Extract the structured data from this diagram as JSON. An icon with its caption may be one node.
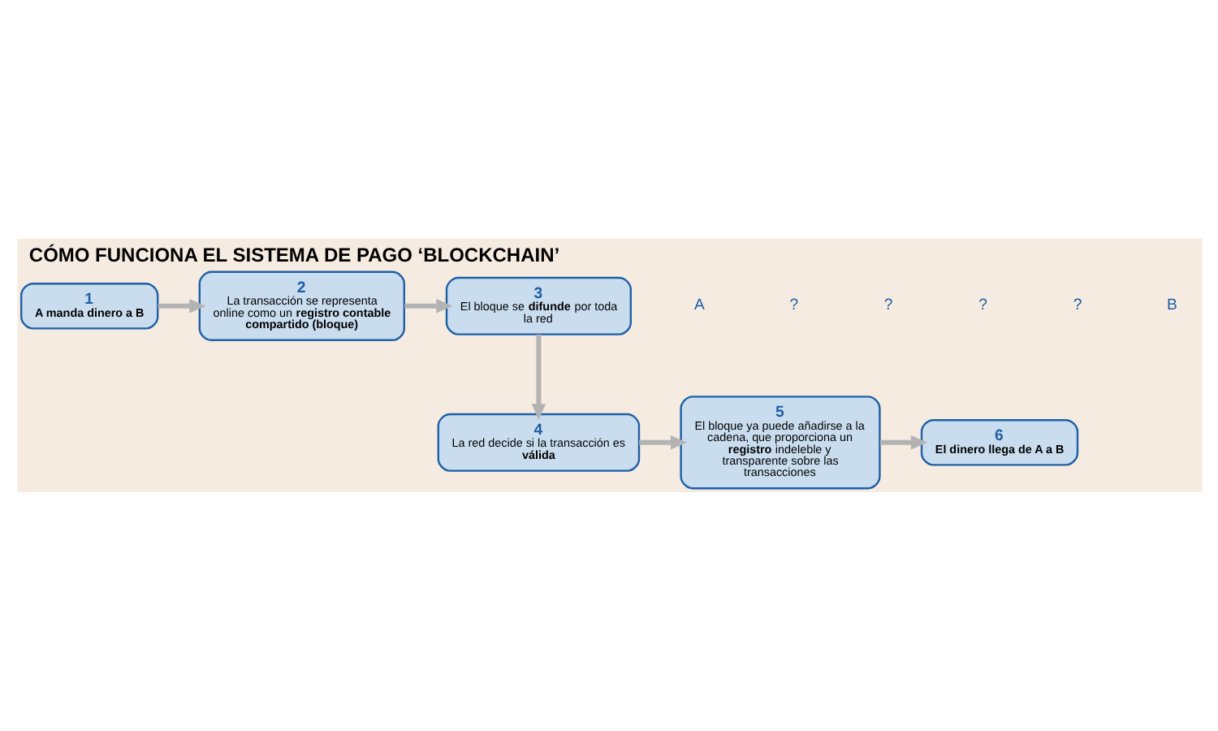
{
  "diagram": {
    "title": "CÓMO FUNCIONA EL SISTEMA DE PAGO ‘BLOCKCHAIN’",
    "nodes": [
      {
        "text": [
          "1",
          "**A manda dinero a B**"
        ]
      },
      {
        "text": [
          "2",
          "La transacción se representa online como un **registro contable compartido (bloque)**"
        ]
      },
      {
        "text": [
          "3",
          "El bloque se **difunde** por toda la red"
        ]
      },
      {
        "text": [
          "4",
          "La red decide si la transacción es **válida**"
        ]
      },
      {
        "text": [
          "5",
          "El bloque ya puede añadirse a la cadena, que proporciona un **registro** indeleble y transparente sobre las transacciones"
        ]
      },
      {
        "text": [
          "6",
          "**El dinero llega de A a B**"
        ]
      }
    ],
    "edges": [
      {
        "from": 0,
        "to": 1,
        "arrow": "to"
      },
      {
        "from": 1,
        "to": 2,
        "arrow": "to"
      },
      {
        "from": 2,
        "to": 3,
        "arrow": "to"
      },
      {
        "from": 3,
        "to": 4,
        "arrow": "to"
      },
      {
        "from": 4,
        "to": 5,
        "arrow": "to"
      }
    ],
    "labels": [
      "A",
      "?",
      "?",
      "?",
      "?",
      "B"
    ]
  }
}
